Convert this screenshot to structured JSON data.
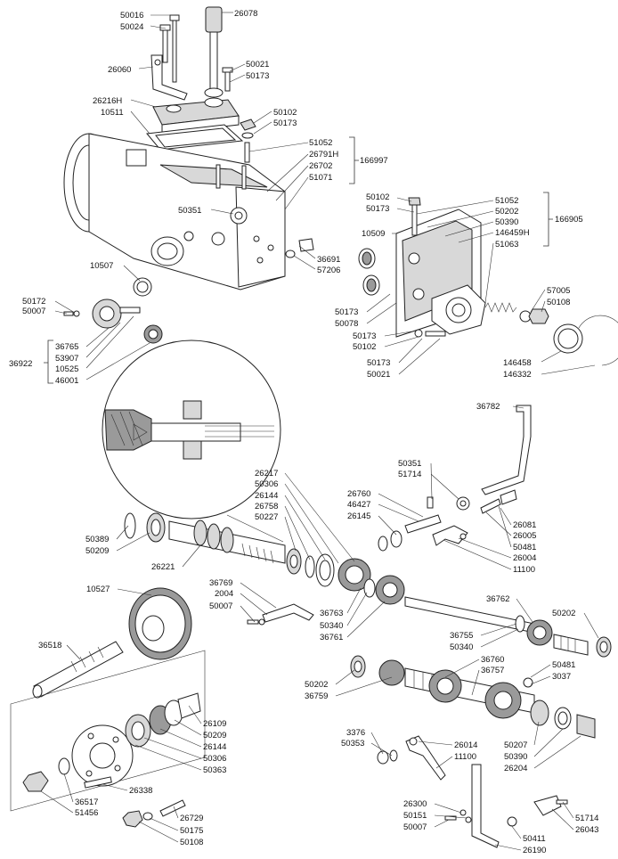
{
  "labels": [
    "50016",
    "50024",
    "26078",
    "26060",
    "50021",
    "50173",
    "26216H",
    "10511",
    "50102",
    "50173",
    "51052",
    "26791H",
    "26702",
    "51071",
    "166997",
    "50351",
    "10509",
    "50102",
    "50173",
    "51052",
    "50202",
    "50390",
    "146459H",
    "51063",
    "166905",
    "36691",
    "57206",
    "10507",
    "50172",
    "50007",
    "36765",
    "53907",
    "36922",
    "10525",
    "46001",
    "50173",
    "50078",
    "57005",
    "50108",
    "50173",
    "50102",
    "50173",
    "50021",
    "146458",
    "146332",
    "36782",
    "50351",
    "51714",
    "26760",
    "46427",
    "26145",
    "26081",
    "26005",
    "50481",
    "26004",
    "11100",
    "26217",
    "50306",
    "26144",
    "26758",
    "50227",
    "50389",
    "50209",
    "26221",
    "10527",
    "36769",
    "2004",
    "50007",
    "36763",
    "50340",
    "36761",
    "36762",
    "50202",
    "36755",
    "50340",
    "36518",
    "50202",
    "36759",
    "36760",
    "36757",
    "50481",
    "3037",
    "26109",
    "50209",
    "26144",
    "50306",
    "50363",
    "3376",
    "50353",
    "26014",
    "11100",
    "50207",
    "50390",
    "26204",
    "26338",
    "36517",
    "51456",
    "26729",
    "50175",
    "50108",
    "26300",
    "50151",
    "50007",
    "50411",
    "26190",
    "51714",
    "26043"
  ]
}
